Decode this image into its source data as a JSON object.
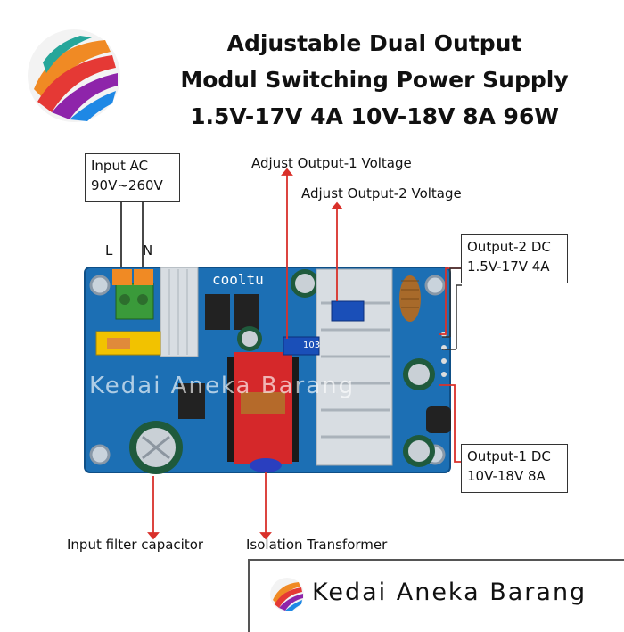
{
  "title": {
    "line1": "Adjustable Dual Output",
    "line2": "Modul Switching Power Supply",
    "line3": "1.5V-17V 4A 10V-18V 8A 96W"
  },
  "labels": {
    "input_ac_line1": "Input AC",
    "input_ac_line2": "90V~260V",
    "terminal_l": "L",
    "terminal_n": "N",
    "adjust_output1": "Adjust Output-1 Voltage",
    "adjust_output2": "Adjust Output-2 Voltage",
    "output2_line1": "Output-2 DC",
    "output2_line2": "1.5V-17V 4A",
    "output1_line1": "Output-1 DC",
    "output1_line2": "10V-18V 8A",
    "input_filter_capacitor": "Input filter capacitor",
    "isolation_transformer": "Isolation Transformer"
  },
  "board": {
    "brand": "cooltu",
    "pot_marking": "103"
  },
  "watermark": "Kedai Aneka Barang",
  "footer": {
    "store_name": "Kedai Aneka Barang"
  },
  "colors": {
    "pcb": "#1c6fb4",
    "pointer_line": "#d9302a",
    "heatsink": "#d8dde2",
    "capacitor": "#1f5a3c",
    "terminal": "#3a9a3a",
    "transformer": "#d5282a"
  }
}
